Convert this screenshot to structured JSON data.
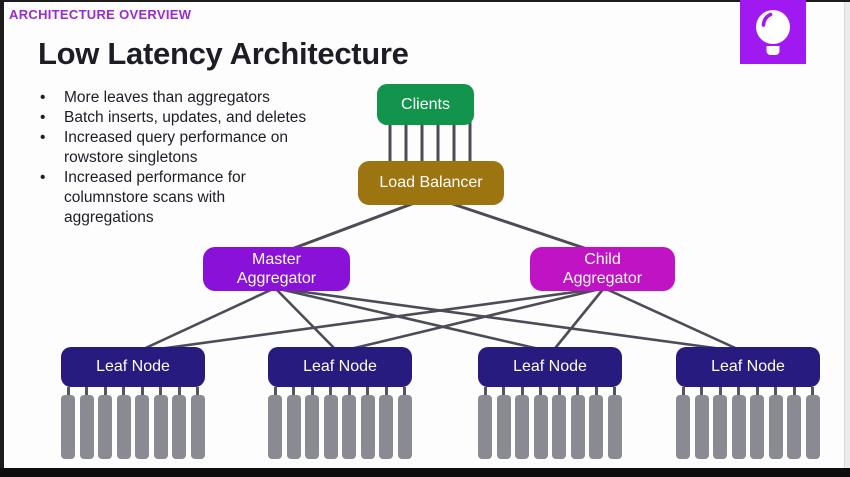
{
  "header": {
    "kicker": "ARCHITECTURE OVERVIEW",
    "kicker_color": "#9a2ad1",
    "title": "Low Latency Architecture"
  },
  "badge": {
    "icon": "lightbulb-icon",
    "background": "#a019f0",
    "glyph_color": "#ffffff"
  },
  "bullets": [
    "More leaves than aggregators",
    "Batch inserts, updates, and deletes",
    "Increased query performance on\nrowstore singletons",
    "Increased performance for\ncolumnstore scans with\naggregations"
  ],
  "diagram": {
    "nodes": {
      "clients": {
        "label": "Clients",
        "color": "#12944d"
      },
      "load_balancer": {
        "label": "Load Balancer",
        "color": "#9c7410"
      },
      "master_aggregator": {
        "label": "Master\nAggregator",
        "color": "#8a12d8"
      },
      "child_aggregator": {
        "label": "Child\nAggregator",
        "color": "#c013c3"
      },
      "leaves": [
        {
          "label": "Leaf Node"
        },
        {
          "label": "Leaf Node"
        },
        {
          "label": "Leaf Node"
        },
        {
          "label": "Leaf Node"
        }
      ],
      "leaf_color": "#281b80"
    },
    "edges": [
      {
        "from": "clients",
        "to": "load-balancer",
        "lines": 6
      },
      {
        "from": "load-balancer",
        "to": "master-aggregator"
      },
      {
        "from": "load-balancer",
        "to": "child-aggregator"
      },
      {
        "from": "master-aggregator",
        "to": "leaf-node-1"
      },
      {
        "from": "master-aggregator",
        "to": "leaf-node-2"
      },
      {
        "from": "master-aggregator",
        "to": "leaf-node-3"
      },
      {
        "from": "master-aggregator",
        "to": "leaf-node-4"
      },
      {
        "from": "child-aggregator",
        "to": "leaf-node-1"
      },
      {
        "from": "child-aggregator",
        "to": "leaf-node-2"
      },
      {
        "from": "child-aggregator",
        "to": "leaf-node-3"
      },
      {
        "from": "child-aggregator",
        "to": "leaf-node-4"
      }
    ],
    "partitions_per_leaf": 8,
    "partition_color": "#8a8a92",
    "line_color": "#4c4c57"
  }
}
